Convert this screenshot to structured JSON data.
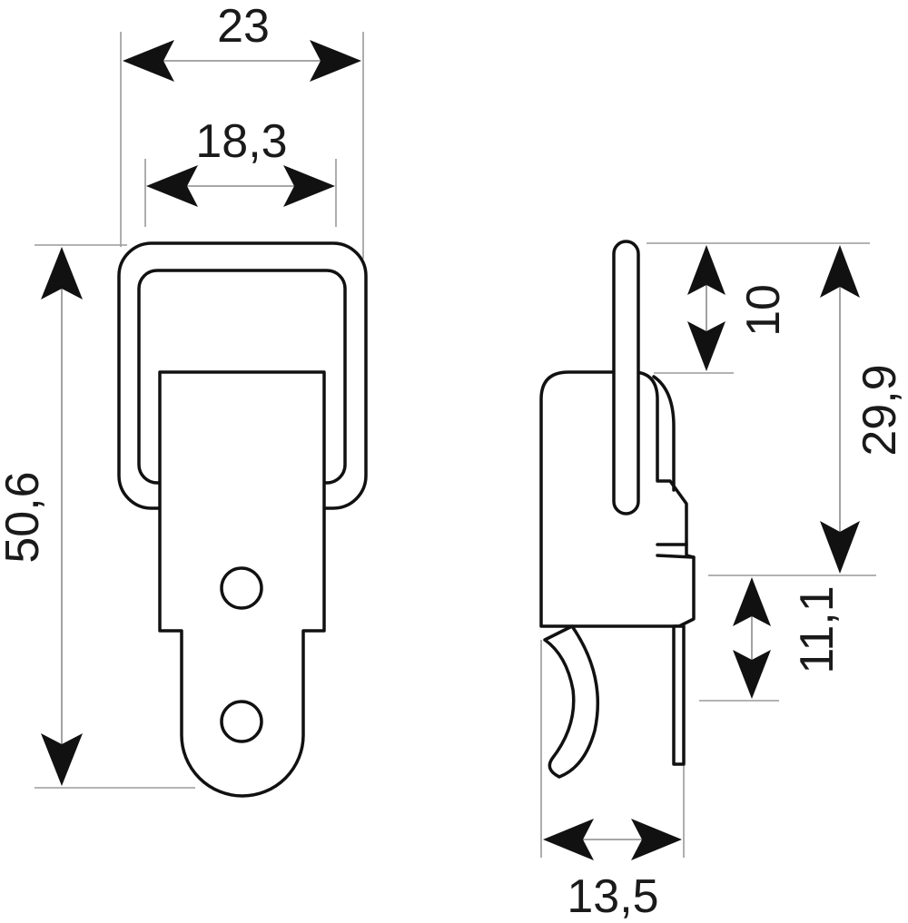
{
  "dimensions": {
    "overall_width": "23",
    "inner_width": "18,3",
    "overall_height": "50,6",
    "side_top": "10",
    "side_upper": "29,9",
    "side_lower": "11,1",
    "side_depth": "13,5"
  }
}
